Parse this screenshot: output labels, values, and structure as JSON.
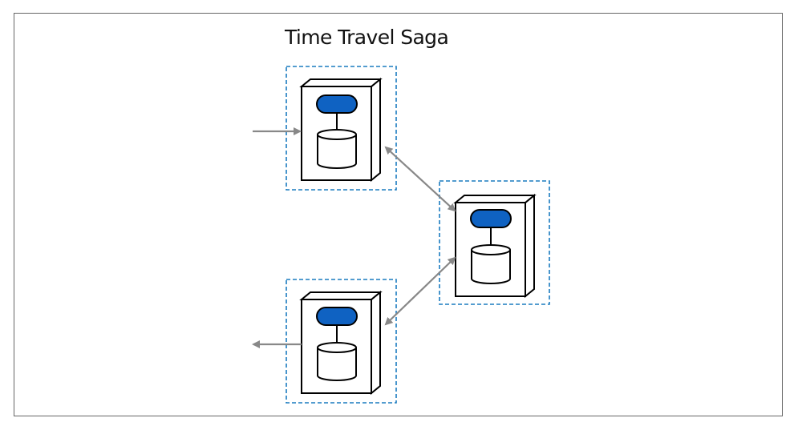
{
  "title": "Time Travel Saga",
  "colors": {
    "frame": "#666666",
    "boundary": "#1a7bbf",
    "service_fill": "#0f62c2",
    "arrow": "#888888",
    "stroke": "#000000"
  },
  "nodes": [
    {
      "id": "service-top",
      "icon": "microservice-icon"
    },
    {
      "id": "service-right",
      "icon": "microservice-icon"
    },
    {
      "id": "service-bottom",
      "icon": "microservice-icon"
    }
  ],
  "connections": [
    {
      "from": "external",
      "to": "service-top",
      "direction": "in"
    },
    {
      "from": "service-top",
      "to": "service-right",
      "direction": "bidirectional"
    },
    {
      "from": "service-right",
      "to": "service-bottom",
      "direction": "bidirectional"
    },
    {
      "from": "service-bottom",
      "to": "external",
      "direction": "out"
    }
  ]
}
